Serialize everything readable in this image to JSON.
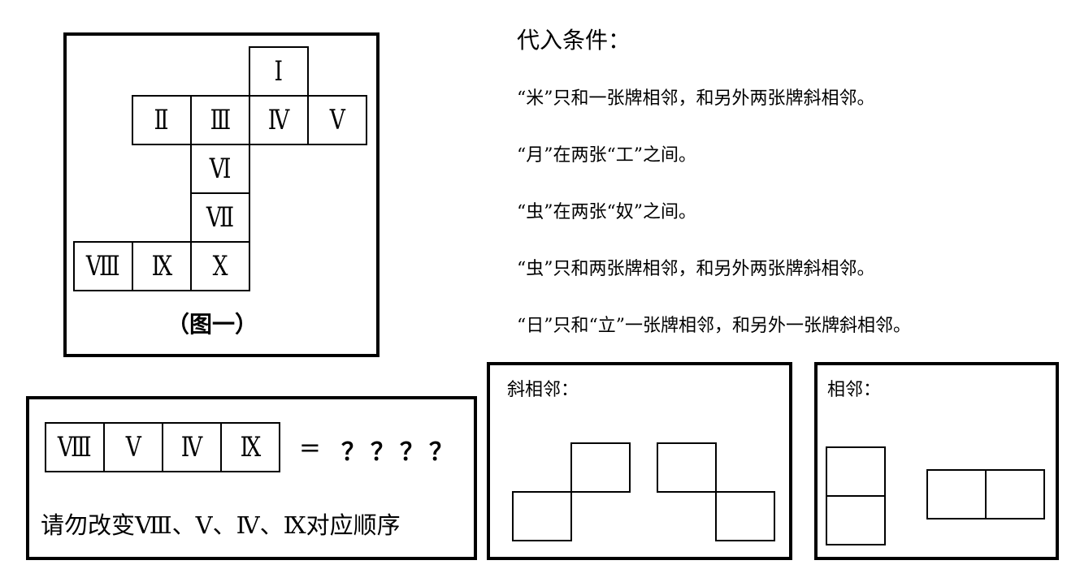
{
  "figure": {
    "cells": [
      "Ⅰ",
      "Ⅱ",
      "Ⅲ",
      "Ⅳ",
      "Ⅴ",
      "Ⅵ",
      "Ⅶ",
      "Ⅷ",
      "Ⅸ",
      "Ⅹ"
    ],
    "caption": "（图一）"
  },
  "conditions": {
    "title": "代入条件：",
    "items": [
      "“米”只和一张牌相邻，和另外两张牌斜相邻。",
      "“月”在两张“工”之间。",
      "“虫”在两张“奴”之间。",
      "“虫”只和两张牌相邻，和另外两张牌斜相邻。",
      "“日”只和“立”一张牌相邻，和另外一张牌斜相邻。"
    ]
  },
  "answer": {
    "cells": [
      "Ⅷ",
      "Ⅴ",
      "Ⅳ",
      "Ⅸ"
    ],
    "equals": "=",
    "marks": "？？？？",
    "note": "请勿改变Ⅷ、Ⅴ、Ⅳ、Ⅸ对应顺序"
  },
  "diagonal": {
    "label": "斜相邻："
  },
  "adjacent": {
    "label": "相邻："
  }
}
